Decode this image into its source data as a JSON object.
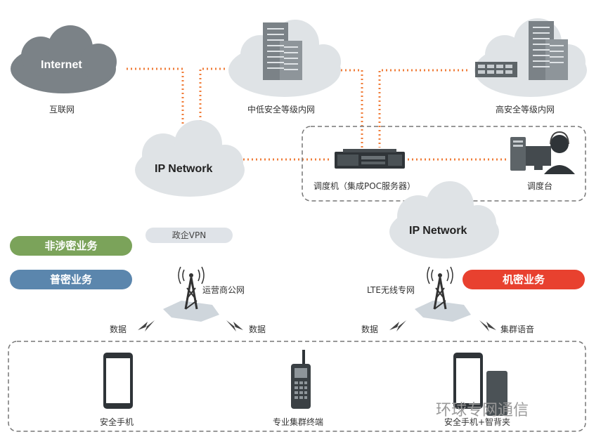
{
  "clouds": {
    "internet": "Internet",
    "ip_network_left": "IP Network",
    "ip_network_right": "IP Network"
  },
  "nodes": {
    "internet": "互联网",
    "low_security_net": "中低安全等级内网",
    "high_security_net": "高安全等级内网",
    "dispatcher": "调度机（集成POC服务器）",
    "console": "调度台",
    "gov_vpn": "政企VPN",
    "public_net": "运营商公网",
    "lte_private": "LTE无线专网",
    "data_left_1": "数据",
    "data_left_2": "数据",
    "data_right": "数据",
    "trunk_voice": "集群语音"
  },
  "badges": {
    "non_classified": "非涉密业务",
    "general_classified": "普密业务",
    "confidential": "机密业务"
  },
  "devices": {
    "secure_phone": "安全手机",
    "trunk_terminal": "专业集群终端",
    "phone_plus_sleeve": "安全手机+智背夹"
  },
  "watermark": "环球专网通信",
  "colors": {
    "cloud_dark": "#7b8287",
    "cloud_light": "#dfe3e6",
    "link_orange": "#f07d3a",
    "badge_green": "#7ba35a",
    "badge_blue": "#5b86ad",
    "badge_red": "#e8412f"
  }
}
